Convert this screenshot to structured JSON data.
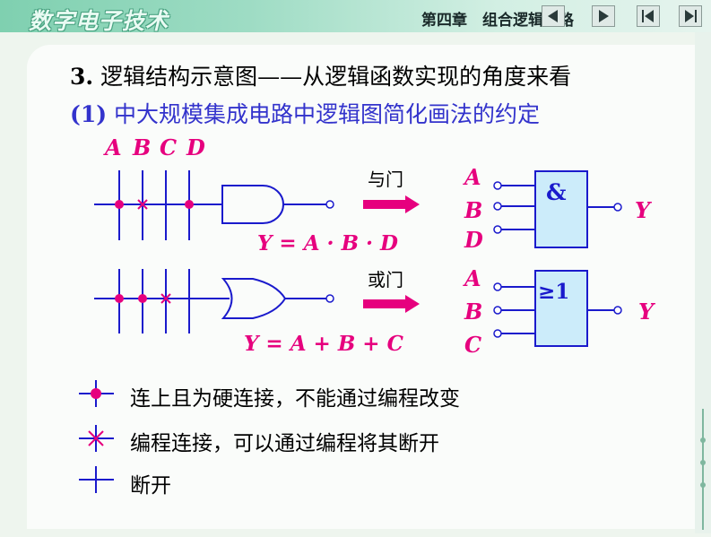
{
  "header": {
    "course_title": "数字电子技术",
    "chapter_title": "第四章　组合逻辑电路"
  },
  "nav": {
    "prev_icon": "triangle-left-icon",
    "next_icon": "triangle-right-icon",
    "first_icon": "skip-to-first-icon",
    "last_icon": "skip-to-last-icon"
  },
  "section": {
    "number": "3.",
    "title": "逻辑结构示意图——从逻辑函数实现的角度来看"
  },
  "subsection": {
    "number": "(1)",
    "title": "中大规模集成电路中逻辑图简化画法的约定"
  },
  "diagram": {
    "input_letters": [
      "A",
      "B",
      "C",
      "D"
    ],
    "and_expression": "Y = A · B · D",
    "or_expression": "Y = A + B + C",
    "and_label": "与门",
    "or_label": "或门",
    "and_block_symbol": "&",
    "or_block_symbol": "≥1",
    "and_block_inputs": [
      "A",
      "B",
      "D"
    ],
    "or_block_inputs": [
      "A",
      "B",
      "C"
    ],
    "output": "Y"
  },
  "legend": [
    {
      "icon": "hard-connection-dot-icon",
      "text": "连上且为硬连接，不能通过编程改变"
    },
    {
      "icon": "programmable-connection-cross-icon",
      "text": "编程连接，可以通过编程将其断开"
    },
    {
      "icon": "disconnected-cross-icon",
      "text": "断开"
    }
  ],
  "colors": {
    "line_blue": "#1a1acc",
    "accent_magenta": "#e6007e",
    "gate_fill": "#ccecfa",
    "heading_blue": "#3333cc"
  }
}
